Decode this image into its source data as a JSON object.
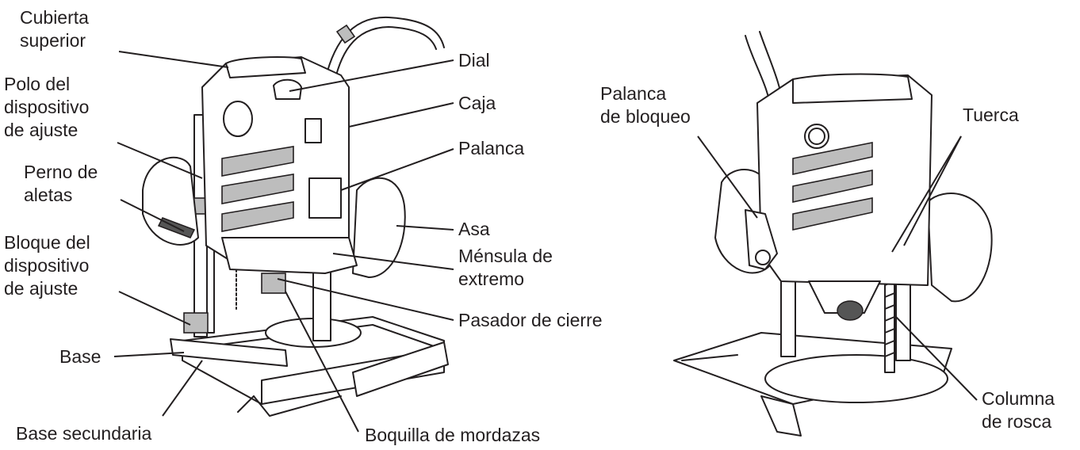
{
  "left_labels": {
    "cubierta_superior": [
      "Cubierta",
      "superior"
    ],
    "polo": [
      "Polo del",
      "dispositivo",
      "de ajuste"
    ],
    "perno": [
      "Perno de",
      "aletas"
    ],
    "bloque": [
      "Bloque del",
      "dispositivo",
      "de ajuste"
    ],
    "base": "Base",
    "base_secundaria": "Base secundaria",
    "dial": "Dial",
    "caja": "Caja",
    "palanca": "Palanca",
    "asa": "Asa",
    "mensula": [
      "Ménsula de",
      "extremo"
    ],
    "pasador": "Pasador de cierre",
    "boquilla": "Boquilla de mordazas"
  },
  "right_labels": {
    "palanca_bloqueo": [
      "Palanca",
      "de bloqueo"
    ],
    "tuerca": "Tuerca",
    "columna": [
      "Columna",
      "de rosca"
    ]
  }
}
